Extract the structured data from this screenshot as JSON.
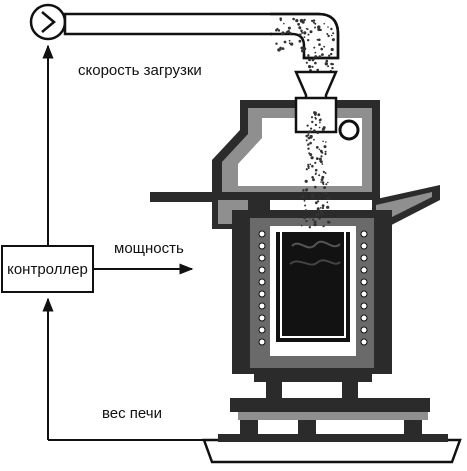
{
  "labels": {
    "feed_rate": "скорость загрузки",
    "power": "мощность",
    "furnace_weight": "вес печи",
    "controller": "контроллер"
  },
  "colors": {
    "line": "#111111",
    "furnace_dark": "#2b2b2b",
    "furnace_gray": "#8f8f8f",
    "refractory": "#6a6a6a",
    "melt": "#121212",
    "powder": "#3a3a3a",
    "background": "#ffffff"
  },
  "icons": {
    "feeder": "vibrating-feeder-icon",
    "arrow": "arrow-head-icon"
  }
}
